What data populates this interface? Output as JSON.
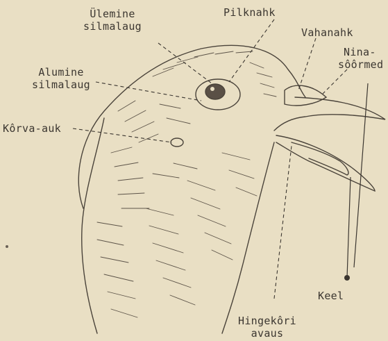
{
  "labels": {
    "ulemine_silmalaug": [
      "Ülemine",
      "silmalaug"
    ],
    "pilknahk": "Pilknahk",
    "vahanahk": "Vahanahk",
    "nina_soormed": [
      "Nina-",
      "sôôrmed"
    ],
    "alumine_silmalaug": [
      "Alumine",
      "silmalaug"
    ],
    "korva_auk": "Kôrva-auk",
    "keel": "Keel",
    "hingekori_avaus": [
      "Hingekôri",
      "avaus"
    ]
  },
  "colors": {
    "paper": "#e9dfc4",
    "ink": "#3b3630"
  }
}
